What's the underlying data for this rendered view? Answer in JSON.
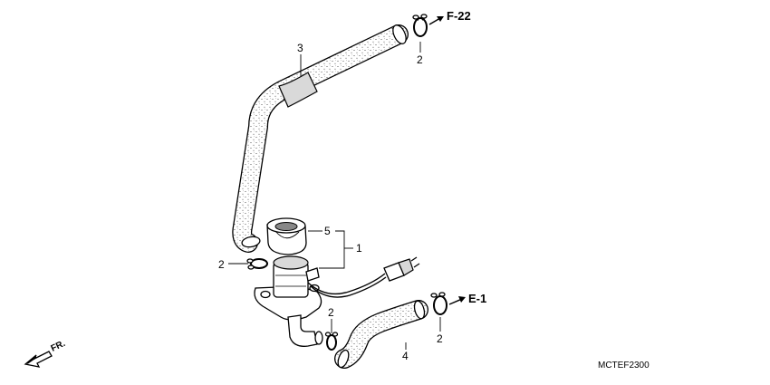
{
  "callouts": {
    "part_1": "1",
    "part_2_top": "2",
    "part_2_left": "2",
    "part_2_mid": "2",
    "part_2_right": "2",
    "part_3": "3",
    "part_4": "4",
    "part_5": "5"
  },
  "refs": {
    "f22": "F-22",
    "e1": "E-1"
  },
  "direction_label": "FR.",
  "diagram_code": "MCTEF2300"
}
